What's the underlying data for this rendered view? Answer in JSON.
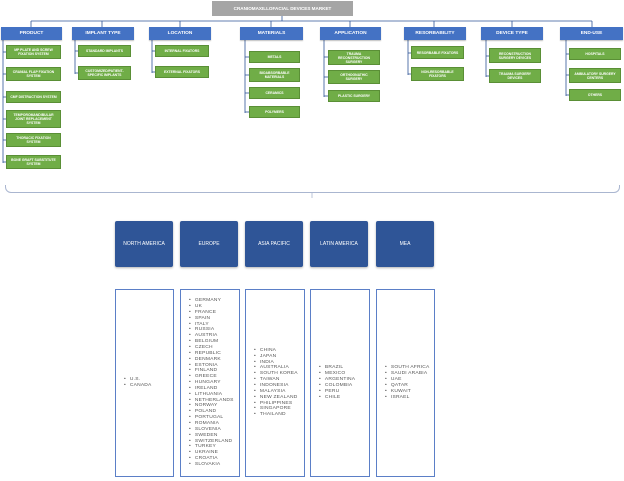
{
  "title": "CRANIOMAXILLOFACIAL DEVICES MARKET",
  "categories": [
    {
      "label": "PRODUCT",
      "items": [
        "MP PLATE AND SCREW FIXATION SYSTEM",
        "CRANIAL FLAP FIXATION SYSTEM",
        "CMF DISTRACTION SYSTEM",
        "TEMPOROMANDIBULAR JOINT REPLACEMENT SYSTEM",
        "THORACIC FIXATION SYSTEM",
        "BONE GRAFT SUBSTITUTE SYSTEM"
      ]
    },
    {
      "label": "IMPLANT TYPE",
      "items": [
        "STANDARD IMPLANTS",
        "CUSTOMIZED/PATIENT-SPECIFIC IMPLANTS"
      ]
    },
    {
      "label": "LOCATION",
      "items": [
        "INTERNAL FIXATORS",
        "EXTERNAL FIXATORS"
      ]
    },
    {
      "label": "MATERIALS",
      "items": [
        "METALS",
        "BIOABSORBABLE MATERIALS",
        "CERAMICS",
        "POLYMERS"
      ]
    },
    {
      "label": "APPLICATION",
      "items": [
        "TRAUMA RECONSTRUCTION SURGERY",
        "ORTHOGNATHIC SURGERY",
        "PLASTIC SURGERY"
      ]
    },
    {
      "label": "RESORBABILITY",
      "items": [
        "RESORBABLE FIXATORS",
        "NON-RESORBABLE FIXATORS"
      ]
    },
    {
      "label": "DEVICE TYPE",
      "items": [
        "RECONSTRUCTION SURGERY DEVICES",
        "TRAUMA SURGERY DEVICES"
      ]
    },
    {
      "label": "END-USE",
      "items": [
        "HOSPITALS",
        "AMBULATORY SURGERY CENTERS",
        "OTHERS"
      ]
    }
  ],
  "regions": [
    {
      "label": "NORTH AMERICA",
      "countries": [
        "U.S.",
        "CANADA"
      ]
    },
    {
      "label": "EUROPE",
      "countries": [
        "GERMANY",
        "UK",
        "FRANCE",
        "SPAIN",
        "ITALY",
        "RUSSIA",
        "AUSTRIA",
        "BELGIUM",
        "CZECH",
        "REPUBLIC",
        "DENMARK",
        "ESTONIA",
        "FINLAND",
        "GREECE",
        "HUNGARY",
        "IRELAND",
        "LITHUANIA",
        "NETHERLANDS",
        "NORWAY",
        "POLAND",
        "PORTUGAL",
        "ROMANIA",
        "SLOVENIA",
        "SWEDEN",
        "SWITZERLAND",
        "TURKEY",
        "UKRAINE",
        "CROATIA",
        "SLOVAKIA"
      ]
    },
    {
      "label": "ASIA PACIFIC",
      "countries": [
        "CHINA",
        "JAPAN",
        "INDIA",
        "AUSTRALIA",
        "SOUTH KOREA",
        "TAIWAN",
        "INDONESIA",
        "MALAYSIA",
        "NEW ZEALAND",
        "PHILIPPINES",
        "SINGAPORE",
        "THAILAND"
      ]
    },
    {
      "label": "LATIN AMERICA",
      "countries": [
        "BRAZIL",
        "MEXICO",
        "ARGENTINA",
        "COLOMBIA",
        "PERU",
        "CHILE"
      ]
    },
    {
      "label": "MEA",
      "countries": [
        "SOUTH AFRICA",
        "SAUDI ARABIA",
        "UAE",
        "QATAR",
        "KUWAIT",
        "ISRAEL"
      ]
    }
  ],
  "colors": {
    "title": "#a5a5a5",
    "category": "#4472c4",
    "item": "#70ad47",
    "region": "#2f5597",
    "box_border": "#5b7fc7"
  }
}
